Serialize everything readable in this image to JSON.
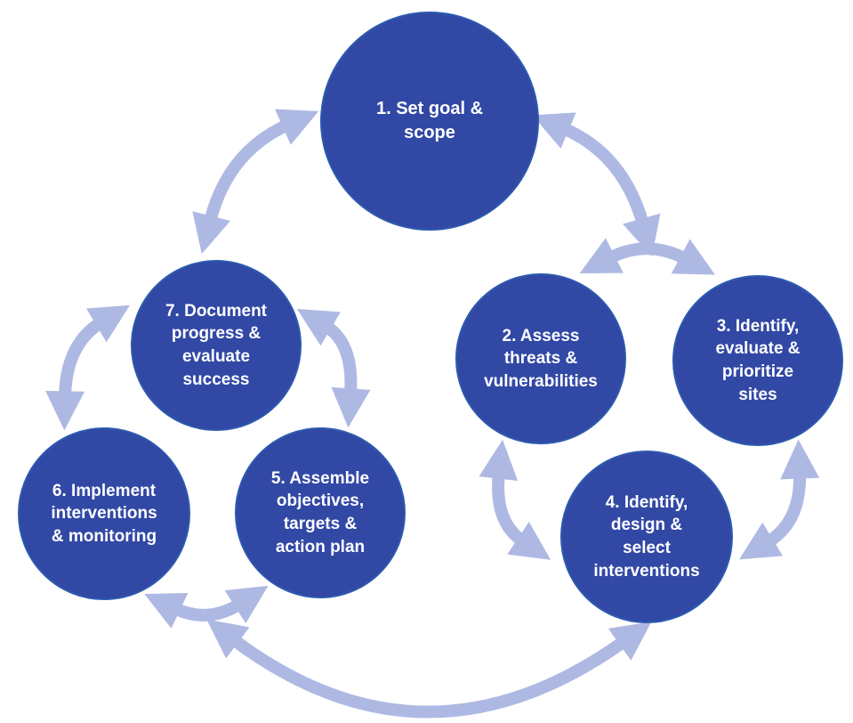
{
  "diagram": {
    "type": "cycle-diagram",
    "steps": [
      {
        "id": 1,
        "label": "1. Set goal &\nscope"
      },
      {
        "id": 2,
        "label": "2. Assess\nthreats &\nvulnerabilities"
      },
      {
        "id": 3,
        "label": "3. Identify,\nevaluate &\nprioritize\nsites"
      },
      {
        "id": 4,
        "label": "4. Identify,\ndesign &\nselect\ninterventions"
      },
      {
        "id": 5,
        "label": "5. Assemble\nobjectives,\ntargets &\naction plan"
      },
      {
        "id": 6,
        "label": "6. Implement\ninterventions\n& monitoring"
      },
      {
        "id": 7,
        "label": "7. Document\nprogress &\nevaluate\nsuccess"
      }
    ],
    "connections": [
      {
        "between": [
          "1",
          "7"
        ],
        "bidirectional": true
      },
      {
        "between": [
          "1",
          "2/3"
        ],
        "bidirectional": true
      },
      {
        "between": [
          "2",
          "3"
        ],
        "bidirectional": true
      },
      {
        "between": [
          "2",
          "4"
        ],
        "bidirectional": true
      },
      {
        "between": [
          "3",
          "4"
        ],
        "bidirectional": true
      },
      {
        "between": [
          "7",
          "5"
        ],
        "bidirectional": true
      },
      {
        "between": [
          "7",
          "6"
        ],
        "bidirectional": true
      },
      {
        "between": [
          "6",
          "5"
        ],
        "bidirectional": true
      },
      {
        "between": [
          "5/6",
          "4"
        ],
        "bidirectional": true
      }
    ],
    "colors": {
      "circle_fill": "#3148a5",
      "circle_border": "#2d5aae",
      "arrow": "#aeb9e3",
      "text": "#ffffff",
      "background": "#ffffff"
    }
  }
}
